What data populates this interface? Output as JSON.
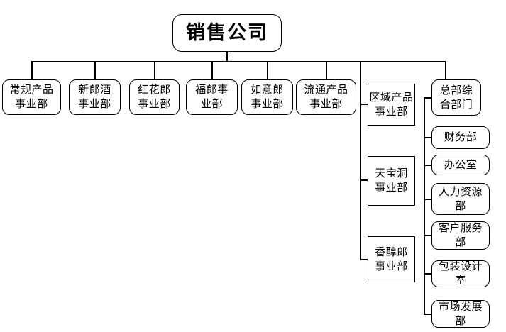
{
  "diagram": {
    "type": "org-chart",
    "title": "销售公司",
    "top_row": [
      {
        "id": "changgui-products",
        "lines": [
          "常规产品",
          "事业部"
        ],
        "label": "常规产品事业部"
      },
      {
        "id": "xinlangjiu",
        "lines": [
          "新郎酒",
          "事业部"
        ],
        "label": "新郎酒事业部"
      },
      {
        "id": "honghualang",
        "lines": [
          "红花郎",
          "事业部"
        ],
        "label": "红花郎事业部"
      },
      {
        "id": "fulang",
        "lines": [
          "福郎事",
          "业部"
        ],
        "label": "福郎事业部"
      },
      {
        "id": "ruyilang",
        "lines": [
          "如意郎",
          "事业部"
        ],
        "label": "如意郎事业部"
      },
      {
        "id": "liutong-products",
        "lines": [
          "流通产品",
          "事业部"
        ],
        "label": "流通产品事业部"
      }
    ],
    "middle_column": [
      {
        "id": "quyu-products",
        "lines": [
          "区域产品",
          "事业部"
        ],
        "label": "区域产品事业部"
      },
      {
        "id": "tianbaodong",
        "lines": [
          "天宝洞",
          "事业部"
        ],
        "label": "天宝洞事业部"
      },
      {
        "id": "xiangchunlang",
        "lines": [
          "香醇郎",
          "事业部"
        ],
        "label": "香醇郎事业部"
      }
    ],
    "right_column": [
      {
        "id": "zongbu-zonghe",
        "lines": [
          "总部综",
          "合部门"
        ],
        "label": "总部综合部门"
      },
      {
        "id": "caiwu",
        "lines": [
          "财务部"
        ],
        "label": "财务部"
      },
      {
        "id": "bangongshi",
        "lines": [
          "办公室"
        ],
        "label": "办公室"
      },
      {
        "id": "renli-ziyuan",
        "lines": [
          "人力资源",
          "部"
        ],
        "label": "人力资源部"
      },
      {
        "id": "kehu-fuwu",
        "lines": [
          "客户服务",
          "部"
        ],
        "label": "客户服务部"
      },
      {
        "id": "baozhuang-sheji",
        "lines": [
          "包装设计",
          "室"
        ],
        "label": "包装设计室"
      },
      {
        "id": "shichang-fazhan",
        "lines": [
          "市场发展",
          "部"
        ],
        "label": "市场发展部"
      }
    ],
    "colors": {
      "background": "#ffffff",
      "line": "#000000",
      "box_border": "#000000",
      "box_fill": "#ffffff",
      "text": "#000000"
    }
  }
}
